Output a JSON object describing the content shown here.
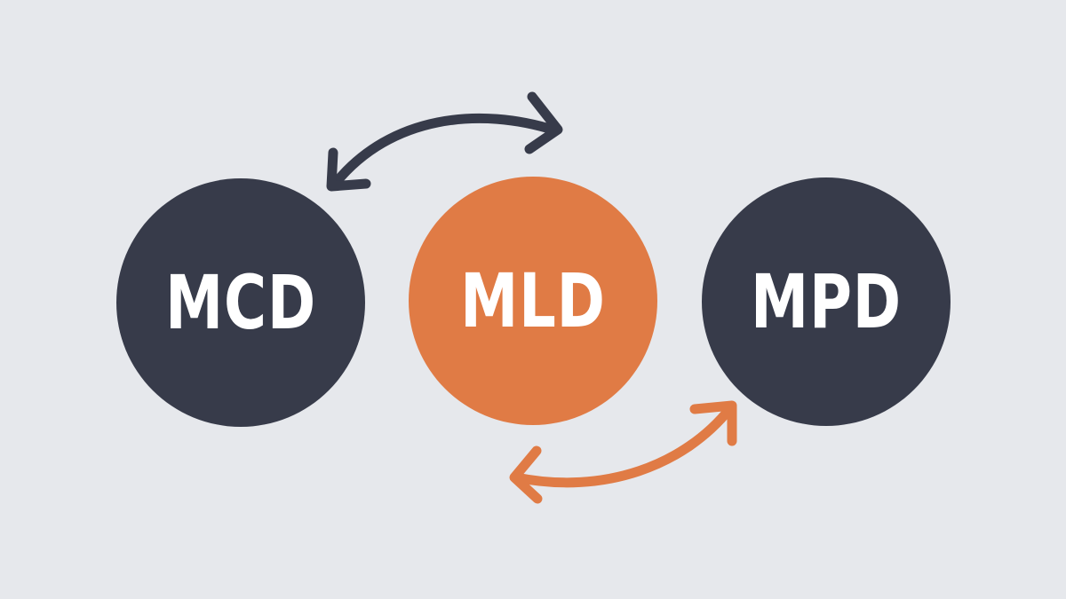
{
  "diagram": {
    "background_color": "#E6E8EC",
    "nodes": [
      {
        "id": "mcd",
        "label": "MCD",
        "fill": "#373B4A"
      },
      {
        "id": "mld",
        "label": "MLD",
        "fill": "#E07B45"
      },
      {
        "id": "mpd",
        "label": "MPD",
        "fill": "#373B4A"
      }
    ],
    "arrows": [
      {
        "from": "mcd",
        "to": "mld",
        "direction": "bidirectional",
        "color": "#373B4A"
      },
      {
        "from": "mld",
        "to": "mpd",
        "direction": "bidirectional",
        "color": "#E07B45"
      }
    ]
  }
}
